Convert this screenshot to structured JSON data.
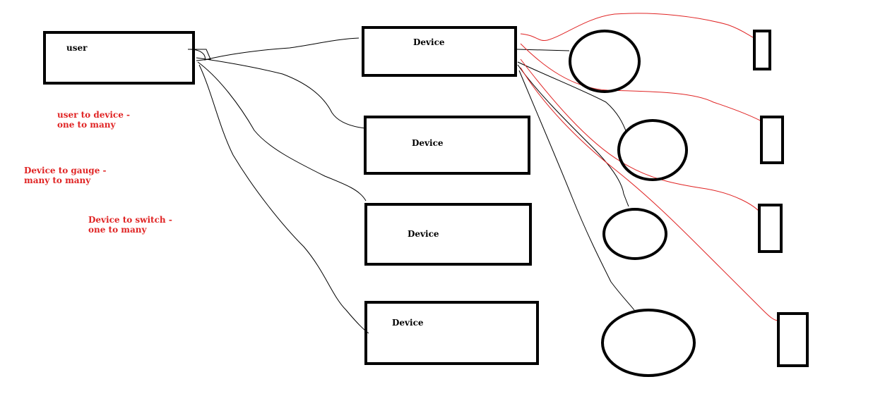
{
  "diagram": {
    "user_box": {
      "label": "user"
    },
    "device_boxes": [
      {
        "label": "Device"
      },
      {
        "label": "Device"
      },
      {
        "label": "Device"
      },
      {
        "label": "Device"
      }
    ],
    "notes": [
      {
        "line1": "user to device -",
        "line2": "one to many"
      },
      {
        "line1": "Device to gauge -",
        "line2": "many to many"
      },
      {
        "line1": "Device to switch -",
        "line2": "one to many"
      }
    ],
    "gauge_count": 4,
    "switch_count": 4,
    "colors": {
      "outline": "#000000",
      "note_text": "#e02424",
      "switch_connector": "#e02424",
      "background": "#ffffff"
    }
  }
}
